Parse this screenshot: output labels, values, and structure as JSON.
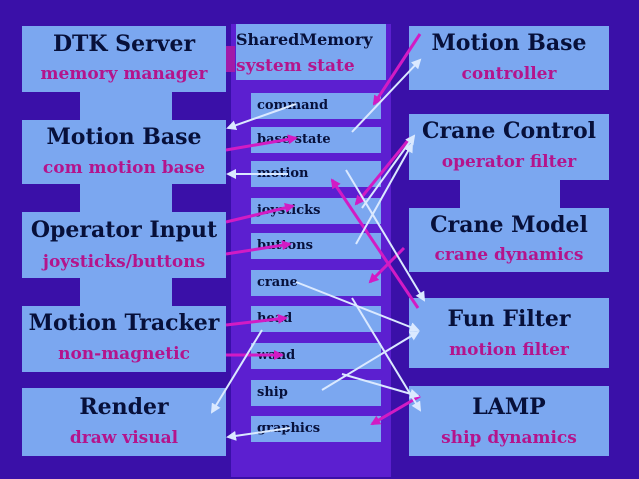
{
  "left_modules": [
    {
      "title": "DTK Server",
      "subtitle": "memory manager"
    },
    {
      "title": "Motion Base",
      "subtitle": "com motion base"
    },
    {
      "title": "Operator Input",
      "subtitle": "joysticks/buttons"
    },
    {
      "title": "Motion Tracker",
      "subtitle": "non-magnetic"
    },
    {
      "title": "Render",
      "subtitle": "draw visual"
    }
  ],
  "shared_memory": {
    "title": "SharedMemory",
    "subtitle": "system state",
    "slots": [
      "command",
      "base state",
      "motion",
      "joysticks",
      "buttons",
      "crane",
      "head",
      "wand",
      "ship",
      "graphics"
    ]
  },
  "right_modules": [
    {
      "title": "Motion Base",
      "subtitle": "controller"
    },
    {
      "title": "Crane Control",
      "subtitle": "operator filter"
    },
    {
      "title": "Crane Model",
      "subtitle": "crane dynamics"
    },
    {
      "title": "Fun Filter",
      "subtitle": "motion filter"
    },
    {
      "title": "LAMP",
      "subtitle": "ship dynamics"
    }
  ],
  "colors": {
    "background": "#3a10a8",
    "box": "#7ba7f0",
    "title_text": "#07103a",
    "subtitle_text": "#b4148c",
    "write_arrow": "#d21bc4",
    "read_arrow": "#dbe9ff"
  }
}
